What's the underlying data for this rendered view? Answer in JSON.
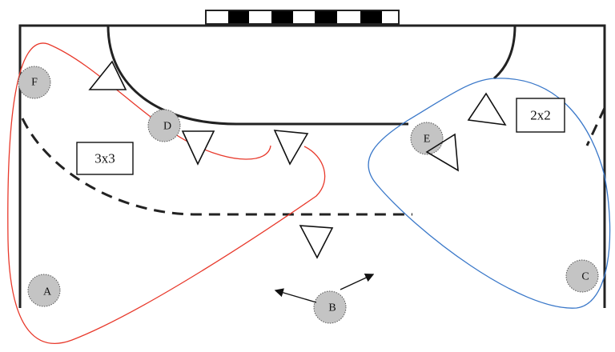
{
  "zones": [
    {
      "label": "3x3",
      "color": "#e8392b"
    },
    {
      "label": "2x2",
      "color": "#3a78c9"
    }
  ],
  "players": [
    "F",
    "D",
    "E",
    "A",
    "B",
    "C"
  ],
  "colors": {
    "player_fill": "#c4c4c4",
    "line": "#222222",
    "attacker_zone": "#e8392b",
    "defender_zone": "#3a78c9"
  }
}
